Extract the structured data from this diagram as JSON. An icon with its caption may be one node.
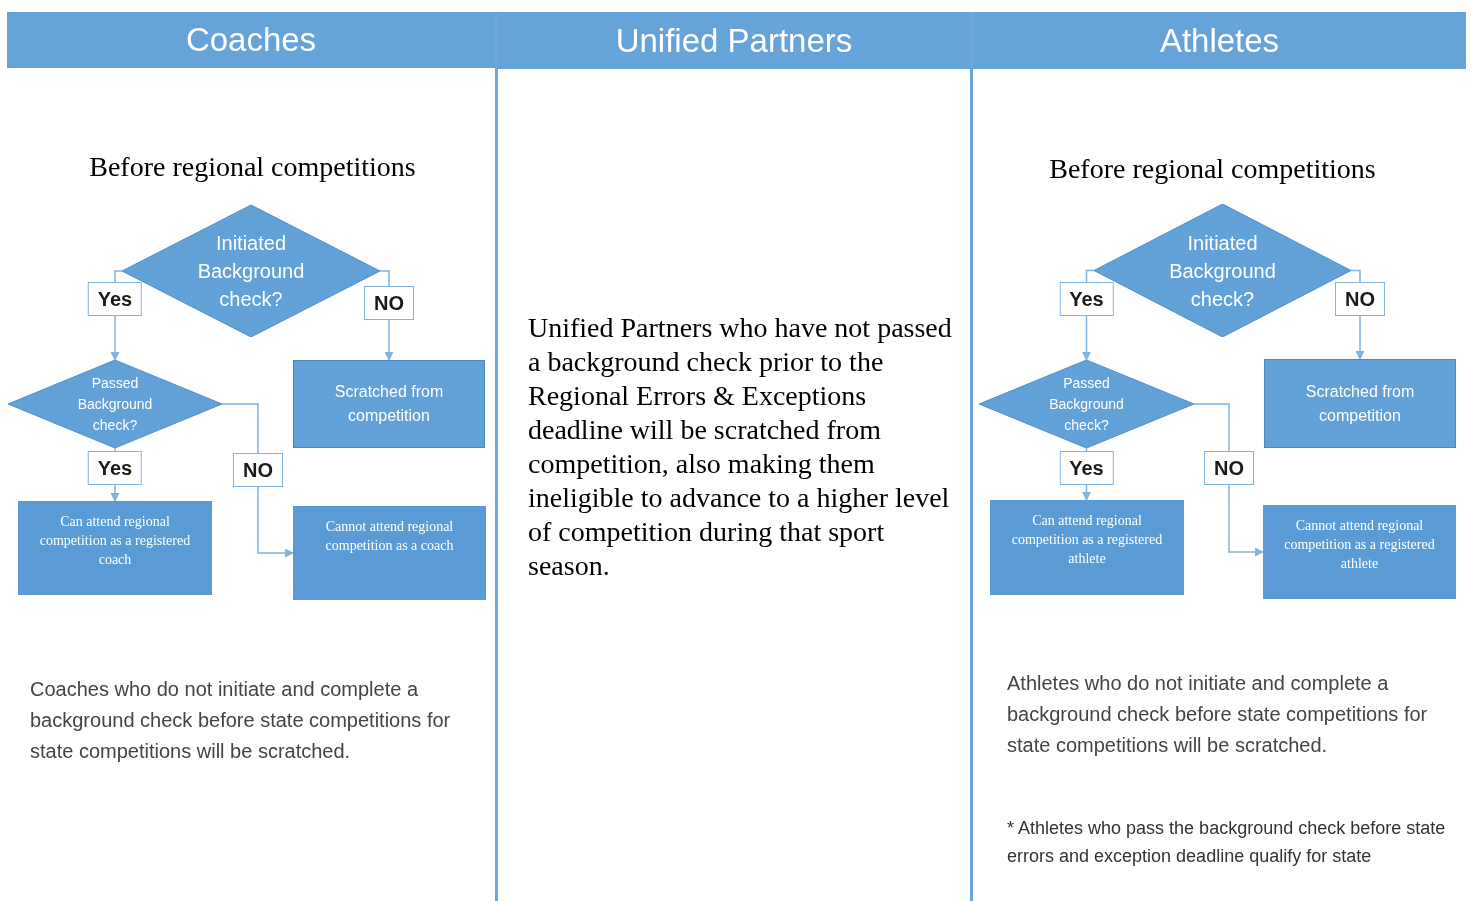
{
  "diagram": {
    "nodes": [
      {
        "text": [
          "Coaches"
        ]
      },
      {
        "text": [
          "Unified Partners"
        ]
      },
      {
        "text": [
          "Athletes"
        ]
      },
      {
        "text": [
          "Initiated Background check?"
        ]
      },
      {
        "text": [
          "Passed Background check?"
        ]
      },
      {
        "text": [
          "Scratched from competition"
        ]
      },
      {
        "text": [
          "Can attend regional competition as a registered coach"
        ]
      },
      {
        "text": [
          "Cannot attend regional competition as a coach"
        ]
      },
      {
        "text": [
          "Initiated Background check?"
        ]
      },
      {
        "text": [
          "Passed Background check?"
        ]
      },
      {
        "text": [
          "Scratched from competition"
        ]
      },
      {
        "text": [
          "Can attend regional competition as a registered athlete"
        ]
      },
      {
        "text": [
          "Cannot attend regional competition as a registered athlete"
        ]
      }
    ],
    "edges": [
      {
        "from": 3,
        "to": 4,
        "arrow": "to",
        "label": "Yes"
      },
      {
        "from": 3,
        "to": 5,
        "arrow": "to",
        "label": "NO"
      },
      {
        "from": 4,
        "to": 6,
        "arrow": "to",
        "label": "Yes"
      },
      {
        "from": 4,
        "to": 7,
        "arrow": "to",
        "label": "NO"
      },
      {
        "from": 8,
        "to": 9,
        "arrow": "to",
        "label": "Yes"
      },
      {
        "from": 8,
        "to": 10,
        "arrow": "to",
        "label": "NO"
      },
      {
        "from": 9,
        "to": 11,
        "arrow": "to",
        "label": "Yes"
      },
      {
        "from": 9,
        "to": 12,
        "arrow": "to",
        "label": "NO"
      }
    ],
    "labels": [
      "Before regional competitions",
      "Coaches who do not initiate and complete a background check before state competitions for state competitions will be scratched.",
      "Unified Partners who have not passed a background check prior to the Regional Errors & Exceptions deadline will be scratched from competition, also making them ineligible to advance to a higher level of competition during that sport season.",
      "Before regional competitions",
      "Athletes who do not initiate and complete a background check before state competitions for state competitions will be scratched.",
      "* Athletes who pass the background check before state errors and exception deadline qualify for state"
    ]
  }
}
